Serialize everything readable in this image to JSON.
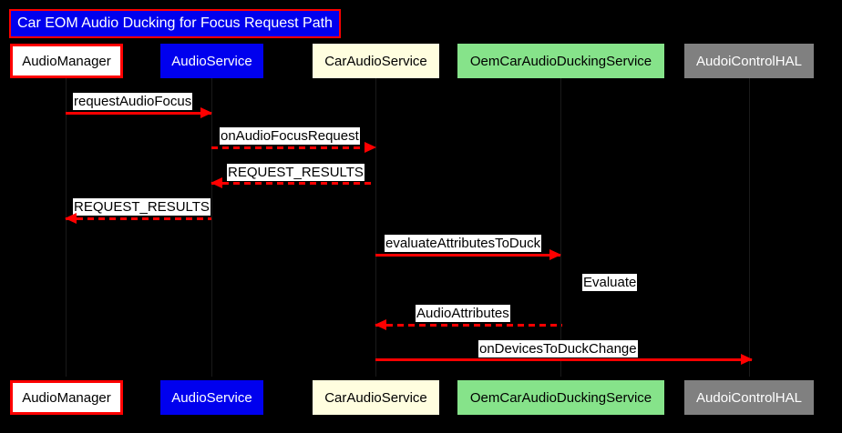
{
  "diagram": {
    "title": "Car EOM Audio Ducking for Focus Request Path",
    "type": "sequence-diagram",
    "background_color": "#000000",
    "accent_color": "#ff0000",
    "title_background": "#0000ee",
    "participants": [
      {
        "name": "AudioManager",
        "style": "white",
        "fill": "#ffffff",
        "text_color": "#000000"
      },
      {
        "name": "AudioService",
        "style": "blue",
        "fill": "#0000ee",
        "text_color": "#ffffff"
      },
      {
        "name": "CarAudioService",
        "style": "cream",
        "fill": "#fffedf",
        "text_color": "#000000"
      },
      {
        "name": "OemCarAudioDuckingService",
        "style": "green",
        "fill": "#86e38a",
        "text_color": "#000000"
      },
      {
        "name": "AudoiControlHAL",
        "style": "gray",
        "fill": "#808080",
        "text_color": "#ffffff"
      }
    ],
    "messages": [
      {
        "label": "requestAudioFocus",
        "from": "AudioManager",
        "to": "AudioService",
        "style": "solid",
        "direction": "right"
      },
      {
        "label": "onAudioFocusRequest",
        "from": "AudioService",
        "to": "CarAudioService",
        "style": "dashed",
        "direction": "right"
      },
      {
        "label": "REQUEST_RESULTS",
        "from": "CarAudioService",
        "to": "AudioService",
        "style": "dashed",
        "direction": "left"
      },
      {
        "label": "REQUEST_RESULTS",
        "from": "AudioService",
        "to": "AudioManager",
        "style": "dashed",
        "direction": "left"
      },
      {
        "label": "evaluateAttributesToDuck",
        "from": "CarAudioService",
        "to": "OemCarAudioDuckingService",
        "style": "solid",
        "direction": "right"
      },
      {
        "label": "AudioAttributes",
        "from": "OemCarAudioDuckingService",
        "to": "CarAudioService",
        "style": "dashed",
        "direction": "left"
      },
      {
        "label": "onDevicesToDuckChange",
        "from": "CarAudioService",
        "to": "AudoiControlHAL",
        "style": "solid",
        "direction": "right"
      }
    ],
    "notes": [
      {
        "label": "Evaluate",
        "at": "OemCarAudioDuckingService"
      }
    ]
  }
}
